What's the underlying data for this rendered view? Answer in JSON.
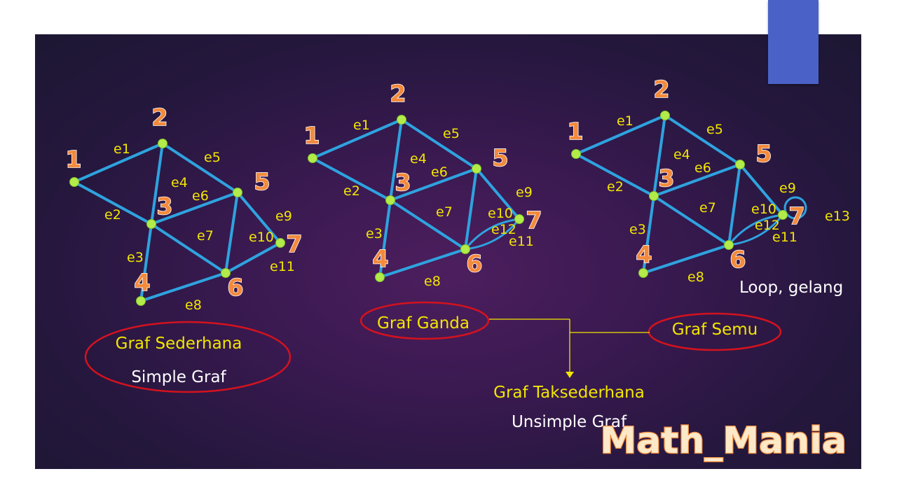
{
  "graphs": [
    {
      "id": "simple",
      "vertices": [
        {
          "id": "1",
          "label": "1"
        },
        {
          "id": "2",
          "label": "2"
        },
        {
          "id": "3",
          "label": "3"
        },
        {
          "id": "4",
          "label": "4"
        },
        {
          "id": "5",
          "label": "5"
        },
        {
          "id": "6",
          "label": "6"
        },
        {
          "id": "7",
          "label": "7"
        }
      ],
      "edges": [
        {
          "label": "e1",
          "from": "1",
          "to": "2"
        },
        {
          "label": "e2",
          "from": "1",
          "to": "3"
        },
        {
          "label": "e3",
          "from": "3",
          "to": "4"
        },
        {
          "label": "e4",
          "from": "2",
          "to": "3"
        },
        {
          "label": "e5",
          "from": "2",
          "to": "5"
        },
        {
          "label": "e6",
          "from": "3",
          "to": "5"
        },
        {
          "label": "e7",
          "from": "3",
          "to": "6"
        },
        {
          "label": "e8",
          "from": "4",
          "to": "6"
        },
        {
          "label": "e9",
          "from": "5",
          "to": "7"
        },
        {
          "label": "e10",
          "from": "5",
          "to": "6"
        },
        {
          "label": "e11",
          "from": "6",
          "to": "7"
        }
      ],
      "caption": "Graf Sederhana",
      "subcaption": "Simple Graf"
    },
    {
      "id": "multi",
      "vertices": [
        {
          "id": "1",
          "label": "1"
        },
        {
          "id": "2",
          "label": "2"
        },
        {
          "id": "3",
          "label": "3"
        },
        {
          "id": "4",
          "label": "4"
        },
        {
          "id": "5",
          "label": "5"
        },
        {
          "id": "6",
          "label": "6"
        },
        {
          "id": "7",
          "label": "7"
        }
      ],
      "edges": [
        {
          "label": "e1",
          "from": "1",
          "to": "2"
        },
        {
          "label": "e2",
          "from": "1",
          "to": "3"
        },
        {
          "label": "e3",
          "from": "3",
          "to": "4"
        },
        {
          "label": "e4",
          "from": "2",
          "to": "3"
        },
        {
          "label": "e5",
          "from": "2",
          "to": "5"
        },
        {
          "label": "e6",
          "from": "3",
          "to": "5"
        },
        {
          "label": "e7",
          "from": "3",
          "to": "6"
        },
        {
          "label": "e8",
          "from": "4",
          "to": "6"
        },
        {
          "label": "e9",
          "from": "5",
          "to": "7"
        },
        {
          "label": "e10",
          "from": "5",
          "to": "6"
        },
        {
          "label": "e11",
          "from": "6",
          "to": "7"
        },
        {
          "label": "e12",
          "from": "6",
          "to": "7"
        }
      ],
      "caption": "Graf Ganda"
    },
    {
      "id": "pseudo",
      "vertices": [
        {
          "id": "1",
          "label": "1"
        },
        {
          "id": "2",
          "label": "2"
        },
        {
          "id": "3",
          "label": "3"
        },
        {
          "id": "4",
          "label": "4"
        },
        {
          "id": "5",
          "label": "5"
        },
        {
          "id": "6",
          "label": "6"
        },
        {
          "id": "7",
          "label": "7"
        }
      ],
      "edges": [
        {
          "label": "e1",
          "from": "1",
          "to": "2"
        },
        {
          "label": "e2",
          "from": "1",
          "to": "3"
        },
        {
          "label": "e3",
          "from": "3",
          "to": "4"
        },
        {
          "label": "e4",
          "from": "2",
          "to": "3"
        },
        {
          "label": "e5",
          "from": "2",
          "to": "5"
        },
        {
          "label": "e6",
          "from": "3",
          "to": "5"
        },
        {
          "label": "e7",
          "from": "3",
          "to": "6"
        },
        {
          "label": "e8",
          "from": "4",
          "to": "6"
        },
        {
          "label": "e9",
          "from": "5",
          "to": "7"
        },
        {
          "label": "e10",
          "from": "5",
          "to": "6"
        },
        {
          "label": "e11",
          "from": "6",
          "to": "7"
        },
        {
          "label": "e12",
          "from": "6",
          "to": "7"
        },
        {
          "label": "e13",
          "from": "7",
          "to": "7"
        }
      ],
      "caption": "Graf Semu",
      "loop_note": "Loop, gelang"
    }
  ],
  "group_caption": "Graf Taksederhana",
  "group_subcaption": "Unsimple Graf",
  "brand": "Math_Mania",
  "colors": {
    "edge": "#2ea3df",
    "vertex": "#b3ec4a",
    "edge_label": "#f2e600",
    "vertex_label": "#f38a3c",
    "ellipse": "#d4121e",
    "slide_background": "#2a1840",
    "corner_tab": "#4a62c8"
  }
}
